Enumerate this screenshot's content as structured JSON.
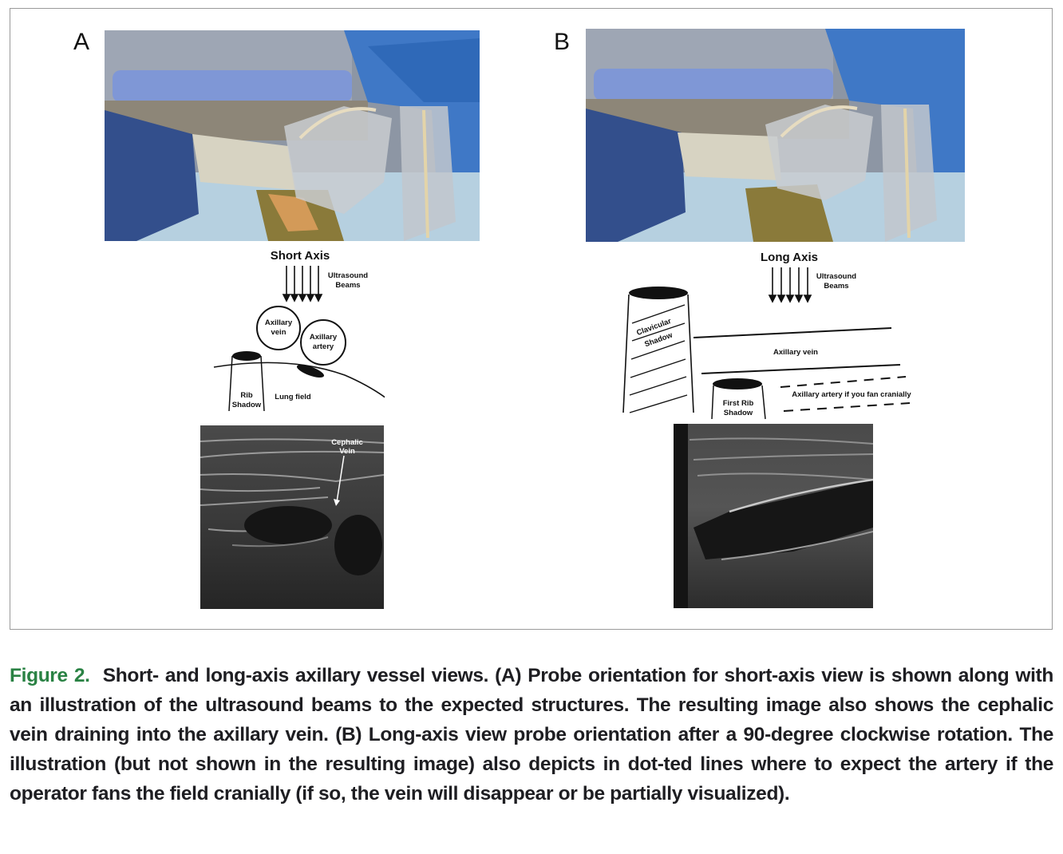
{
  "figure": {
    "panels": [
      {
        "letter": "A",
        "photo_alt": "Gloved hand holding ultrasound probe in sterile cover over patient's infraclavicular region (short-axis orientation)",
        "diagram": {
          "title": "Short Axis",
          "beam_label_line1": "Ultrasound",
          "beam_label_line2": "Beams",
          "vein_line1": "Axillary",
          "vein_line2": "vein",
          "artery_line1": "Axillary",
          "artery_line2": "artery",
          "rib_line1": "Rib",
          "rib_line2": "Shadow",
          "lung_label": "Lung field"
        },
        "ultrasound": {
          "annotation_line1": "Cephalic",
          "annotation_line2": "Vein"
        }
      },
      {
        "letter": "B",
        "photo_alt": "Probe rotated 90 degrees clockwise for long-axis orientation",
        "diagram": {
          "title": "Long Axis",
          "beam_label_line1": "Ultrasound",
          "beam_label_line2": "Beams",
          "clavicular_line1": "Clavicular",
          "clavicular_line2": "Shadow",
          "vein_label": "Axillary vein",
          "first_rib_line1": "First Rib",
          "first_rib_line2": "Shadow",
          "artery_label": "Axillary artery if you fan cranially"
        }
      }
    ]
  },
  "caption": {
    "label": "Figure 2.",
    "text": "Short- and long-axis axillary vessel views. (A) Probe orientation for short-axis view is shown along with an illustration of the ultrasound beams to the expected structures. The resulting image also shows the cephalic vein draining into the axillary vein. (B) Long-axis view probe orientation after a 90-degree clockwise rotation. The illustration (but not shown in the resulting image) also depicts in dot-ted lines where to expect the artery if the operator fans the field cranially (if so, the vein will disappear or be partially visualized)."
  },
  "colors": {
    "caption_label": "#2a8244",
    "caption_text": "#1e1e22",
    "frame_border": "#9a9a9a"
  }
}
